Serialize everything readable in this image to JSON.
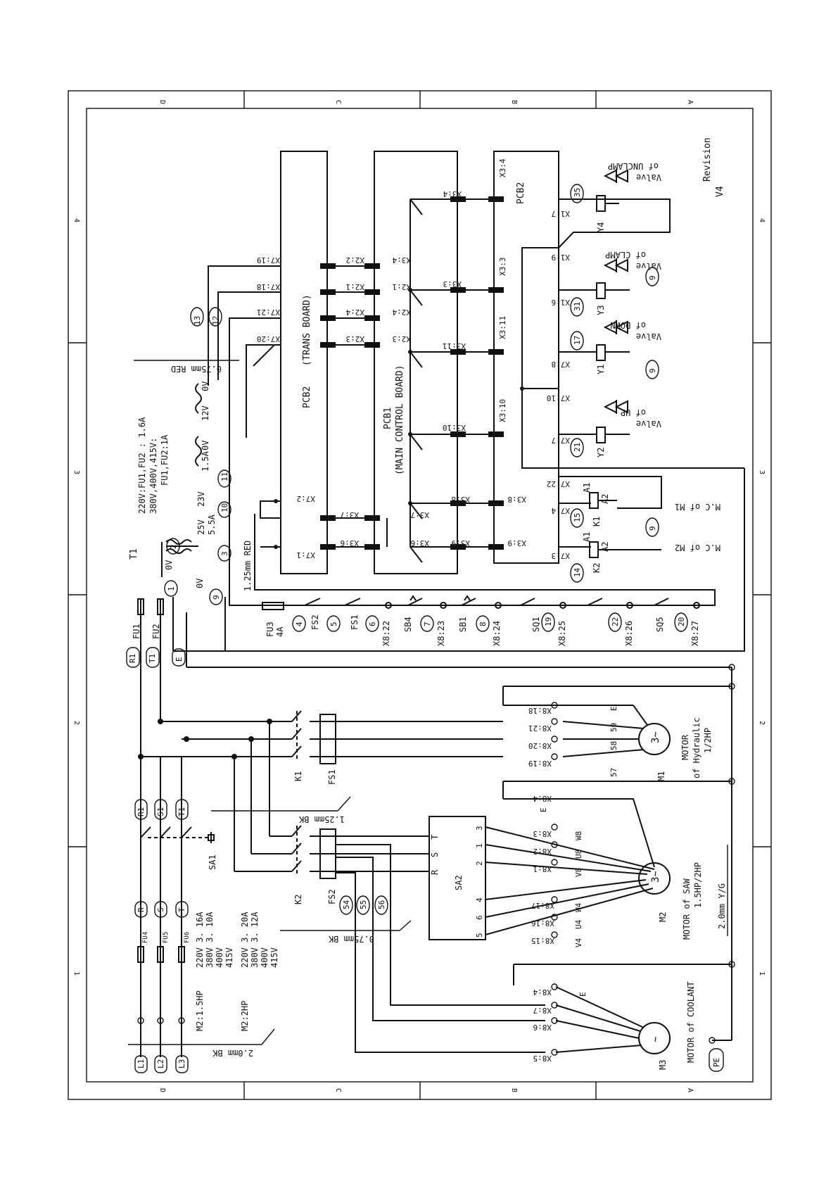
{
  "zones": {
    "cols": [
      "D",
      "C",
      "B",
      "A"
    ],
    "rows": [
      "4",
      "3",
      "2",
      "1"
    ]
  },
  "revision": {
    "label": "Revision",
    "value": "V4"
  },
  "boards": {
    "pcb2_trans": {
      "name": "PCB2",
      "sub": "(TRANS BOARD)"
    },
    "pcb1_main": {
      "name": "PCB1",
      "sub": "(MAIN CONTROL BOARD)"
    },
    "pcb2_io": {
      "name": "PCB2"
    }
  },
  "x7_top": [
    "X7:19",
    "X7:18",
    "X7:21",
    "X7:20"
  ],
  "x2_left": [
    "X2:2",
    "X2:1",
    "X2:4",
    "X2:3"
  ],
  "x3_left_top": [
    "X3:4",
    "X2:1",
    "X2:4",
    "X2:3"
  ],
  "x3_mid": [
    "X3:4",
    "X3:3",
    "X3:11",
    "X3:10"
  ],
  "x3_right": [
    "X3:4",
    "X3:3",
    "X3:11",
    "X3:10"
  ],
  "x7_lower": [
    "X7:1",
    "X7:2"
  ],
  "x3_7_6": [
    "X3:6",
    "X3:7"
  ],
  "x3_9_8": [
    "X3:9",
    "X3:8"
  ],
  "x_low_right": [
    "X3:9",
    "X3:8"
  ],
  "x1_labels": [
    "X1:7",
    "X1:9",
    "X1:6",
    "X7:8",
    "X7:10",
    "X7:7",
    "X7:22",
    "X7:4",
    "X7:3"
  ],
  "valves": {
    "unclamp": {
      "line1": "Valve",
      "line2": "of UNCLAMP",
      "num": "35",
      "coil": "Y4"
    },
    "clamp": {
      "line1": "Valve",
      "line2": "of CLAMP",
      "num": "31",
      "coil": "Y3",
      "n2": "9"
    },
    "down": {
      "line1": "Valve",
      "line2": "of DOWN",
      "num": "17",
      "coil": "Y1",
      "n2": "9"
    },
    "up": {
      "line1": "Valve",
      "line2": "of UP",
      "num": "21",
      "coil": "Y2"
    }
  },
  "contactor_coils": {
    "k1": {
      "label": "M.C of M1",
      "coil": "K1",
      "a1": "A1",
      "a2": "A2",
      "num": "15",
      "n2": "9"
    },
    "k2": {
      "label": "M.C of M2",
      "coil": "K2",
      "a1": "A1",
      "a2": "A2",
      "num": "14"
    }
  },
  "transformer": {
    "name": "T1",
    "primary": [
      "0V",
      "1"
    ],
    "sec1": {
      "volts": "25V",
      "amps": "5.5A",
      "num": "3",
      "num2": "2"
    },
    "sec2": {
      "volts": "23V",
      "amps": "1.5A",
      "num": "10",
      "zero": "0V",
      "num2": "11"
    },
    "sec3": {
      "volts": "12V",
      "zero": "0V",
      "num": "13",
      "num2": "12"
    },
    "zero_in": "0V",
    "zero_num": "9"
  },
  "fuse_notes": [
    "220V:FU1,FU2 : 1.6A",
    "380V,400V,415V:",
    "FU1,FU2:1A"
  ],
  "wire_notes": {
    "red075": "0.75mm RED",
    "red125": "1.25mm RED",
    "bk125": "1.25mm BK",
    "bk075": "0.75mm BK",
    "bk20": "2.0mm BK",
    "yg20": "2.0mm Y/G"
  },
  "control_chain": [
    {
      "name": "FU3",
      "sub": "4A",
      "num": "4"
    },
    {
      "name": "FS2",
      "num": "5"
    },
    {
      "name": "FS1",
      "num": "6"
    },
    {
      "name": "X8:22",
      "num": ""
    },
    {
      "name": "SB4",
      "num": "7"
    },
    {
      "name": "X8:23",
      "num": ""
    },
    {
      "name": "SB1",
      "num": "8"
    },
    {
      "name": "X8:24",
      "num": ""
    },
    {
      "name": "SQ1",
      "num": "19"
    },
    {
      "name": "X8:25",
      "num": ""
    },
    {
      "name": "",
      "num": "22"
    },
    {
      "name": "X8:26",
      "num": ""
    },
    {
      "name": "SQ5",
      "num": "20"
    },
    {
      "name": "X8:27",
      "num": ""
    }
  ],
  "supply": {
    "inputs": [
      "L1",
      "L2",
      "L3"
    ],
    "phases": [
      "R",
      "S",
      "T"
    ],
    "phases2": [
      "R1",
      "S1",
      "T1"
    ],
    "fuses": [
      "FU4",
      "FU5",
      "FU6"
    ],
    "tap_labels": [
      "R1",
      "T1",
      "E"
    ],
    "fu12": [
      "FU1",
      "FU2"
    ],
    "pe": "PE",
    "sa1": "SA1"
  },
  "rating_table": {
    "m2_15": "M2:1.5HP",
    "rows_a": [
      "220V 3. 16A",
      "380V 3. 10A",
      "400V",
      "415V"
    ],
    "m2_2": "M2:2HP",
    "rows_b": [
      "220V 3. 20A",
      "380V 3. 12A",
      "400V",
      "415V"
    ]
  },
  "contactors": {
    "k1": "K1",
    "k2": "K2",
    "fs1": "FS1",
    "fs2": "FS2",
    "fs2_nums": [
      "54",
      "55",
      "56"
    ]
  },
  "sa2": {
    "name": "SA2",
    "inputs": [
      "R",
      "S",
      "T"
    ],
    "outs_top": [
      "3",
      "1",
      "2"
    ],
    "outs_bot": [
      "4",
      "6",
      "5"
    ]
  },
  "motor_m1": {
    "id": "M1",
    "title": "MOTOR",
    "sub": "of Hydraulic",
    "hp": "1/2HP",
    "symbol": "3~",
    "terms": [
      "X8:18",
      "X8:21",
      "X8:20",
      "X8:19"
    ],
    "nums": [
      "E",
      "59",
      "58",
      "57"
    ]
  },
  "motor_m2": {
    "id": "M2",
    "title": "MOTOR of SAW",
    "hp": "1.5HP/2HP",
    "symbol": "3~",
    "terms": [
      "X8:4",
      "X8:3",
      "X8:2",
      "X8:1",
      "X8:17",
      "X8:16",
      "X8:15"
    ],
    "nums": [
      "E",
      "W8",
      "U8",
      "V8",
      "W4",
      "U4",
      "V4"
    ]
  },
  "motor_m3": {
    "id": "M3",
    "title": "MOTOR of COOLANT",
    "symbol": "~",
    "terms": [
      "X8:4",
      "X8:7",
      "X8:6",
      "X8:5"
    ],
    "nums": [
      "E"
    ]
  },
  "pcb2_io_labels": [
    "X3:4",
    "X3:3",
    "X3:11",
    "X3:10",
    "X3:8",
    "X3:9"
  ]
}
